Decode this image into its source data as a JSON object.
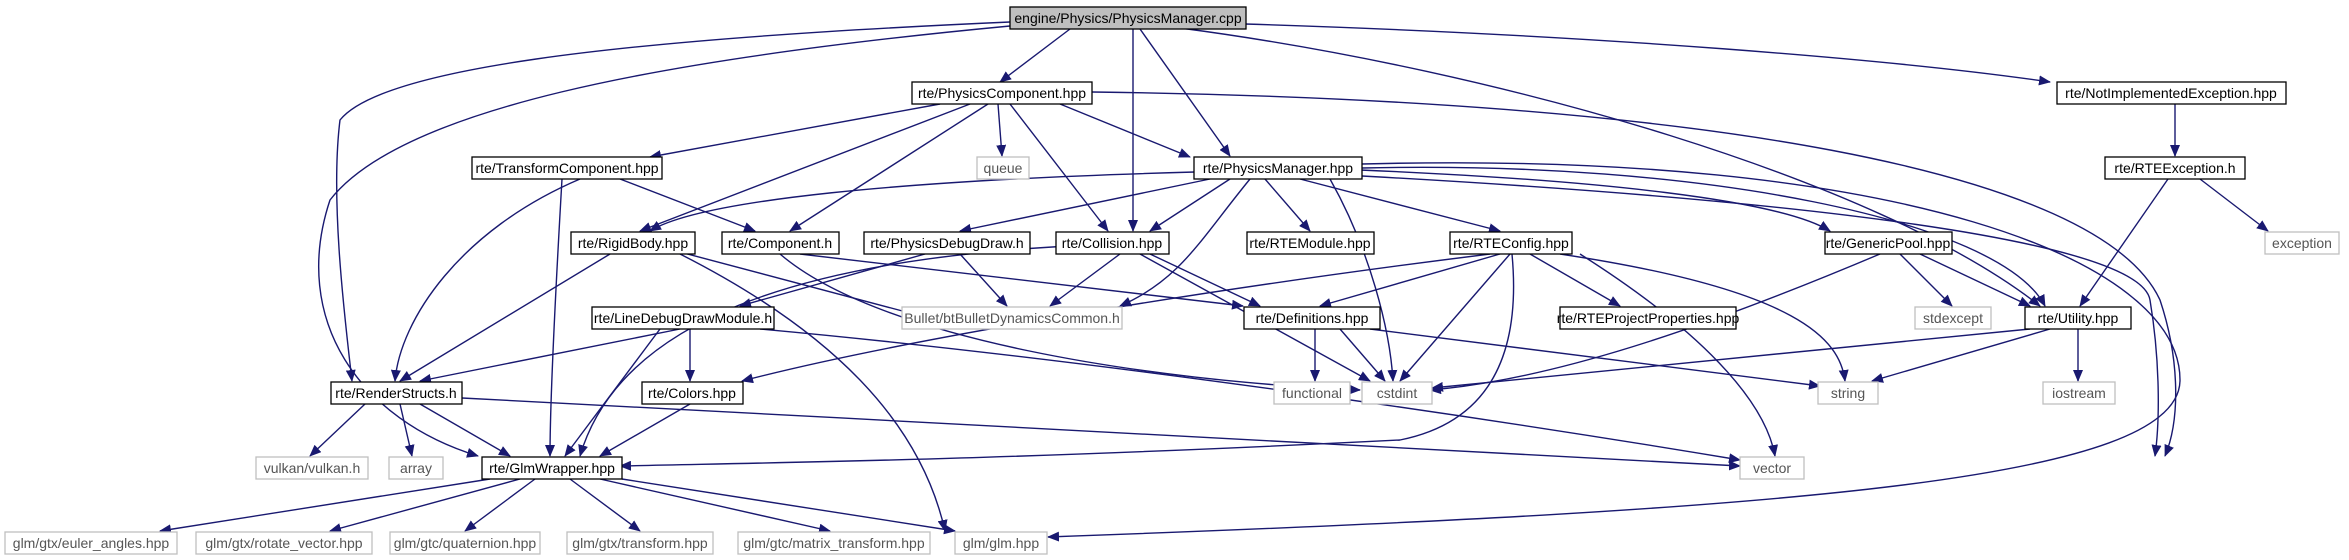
{
  "colors": {
    "edge": "#191970",
    "root_fill": "#bfbfbf",
    "external_border": "#bfbfbf",
    "node_border": "#000000"
  },
  "nodes": {
    "root": "engine/Physics/PhysicsManager.cpp",
    "physics_component": "rte/PhysicsComponent.hpp",
    "not_implemented_exception": "rte/NotImplementedException.hpp",
    "transform_component": "rte/TransformComponent.hpp",
    "queue": "queue",
    "physics_manager": "rte/PhysicsManager.hpp",
    "rte_exception": "rte/RTEException.h",
    "rigid_body": "rte/RigidBody.hpp",
    "component": "rte/Component.h",
    "physics_debug_draw": "rte/PhysicsDebugDraw.h",
    "collision": "rte/Collision.hpp",
    "rte_module": "rte/RTEModule.hpp",
    "rte_config": "rte/RTEConfig.hpp",
    "generic_pool": "rte/GenericPool.hpp",
    "exception": "exception",
    "bullet": "Bullet/btBulletDynamicsCommon.h",
    "line_debug_draw_module": "rte/LineDebugDrawModule.h",
    "definitions": "rte/Definitions.hpp",
    "rte_project_properties": "rte/RTEProjectProperties.hpp",
    "stdexcept": "stdexcept",
    "utility": "rte/Utility.hpp",
    "render_structs": "rte/RenderStructs.h",
    "colors": "rte/Colors.hpp",
    "functional": "functional",
    "cstdint": "cstdint",
    "string": "string",
    "iostream": "iostream",
    "vulkan": "vulkan/vulkan.h",
    "array": "array",
    "glm_wrapper": "rte/GlmWrapper.hpp",
    "vector": "vector",
    "euler_angles": "glm/gtx/euler_angles.hpp",
    "rotate_vector": "glm/gtx/rotate_vector.hpp",
    "quaternion": "glm/gtc/quaternion.hpp",
    "transform": "glm/gtx/transform.hpp",
    "matrix_transform": "glm/gtc/matrix_transform.hpp",
    "glm": "glm/glm.hpp"
  }
}
